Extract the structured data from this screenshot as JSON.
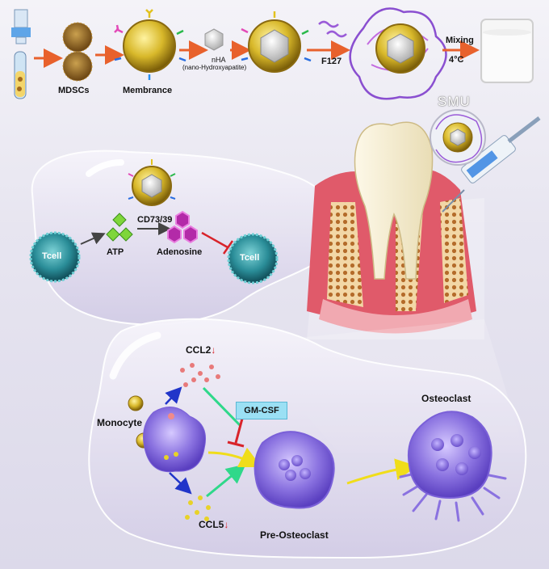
{
  "process": {
    "mdscs": "MDSCs",
    "membrance": "Membrance",
    "nha_line1": "nHA",
    "nha_line2": "(nano-Hydroxyapatite)",
    "f127": "F127",
    "mixing": "Mixing",
    "temperature": "4°C"
  },
  "product": {
    "name": "SMU"
  },
  "tcell_panel": {
    "left_cell": "Tcell",
    "right_cell": "Tcell",
    "atp": "ATP",
    "enzyme": "CD73/39",
    "adenosine": "Adenosine"
  },
  "osteo_panel": {
    "ccl2": "CCL2",
    "ccl5": "CCL5",
    "down_arrow": "↓",
    "gm_csf": "GM-CSF",
    "monocyte": "Monocyte",
    "pre_osteoclast": "Pre-Osteoclast",
    "osteoclast": "Osteoclast"
  },
  "colors": {
    "arrow_orange": "#e8612c",
    "inhibit_red": "#d8232a",
    "blue_arrow": "#2135c9",
    "green_arrow": "#2fd88a",
    "yellow_arrow": "#f0dd1a",
    "gm_box": "#9be0f4"
  }
}
